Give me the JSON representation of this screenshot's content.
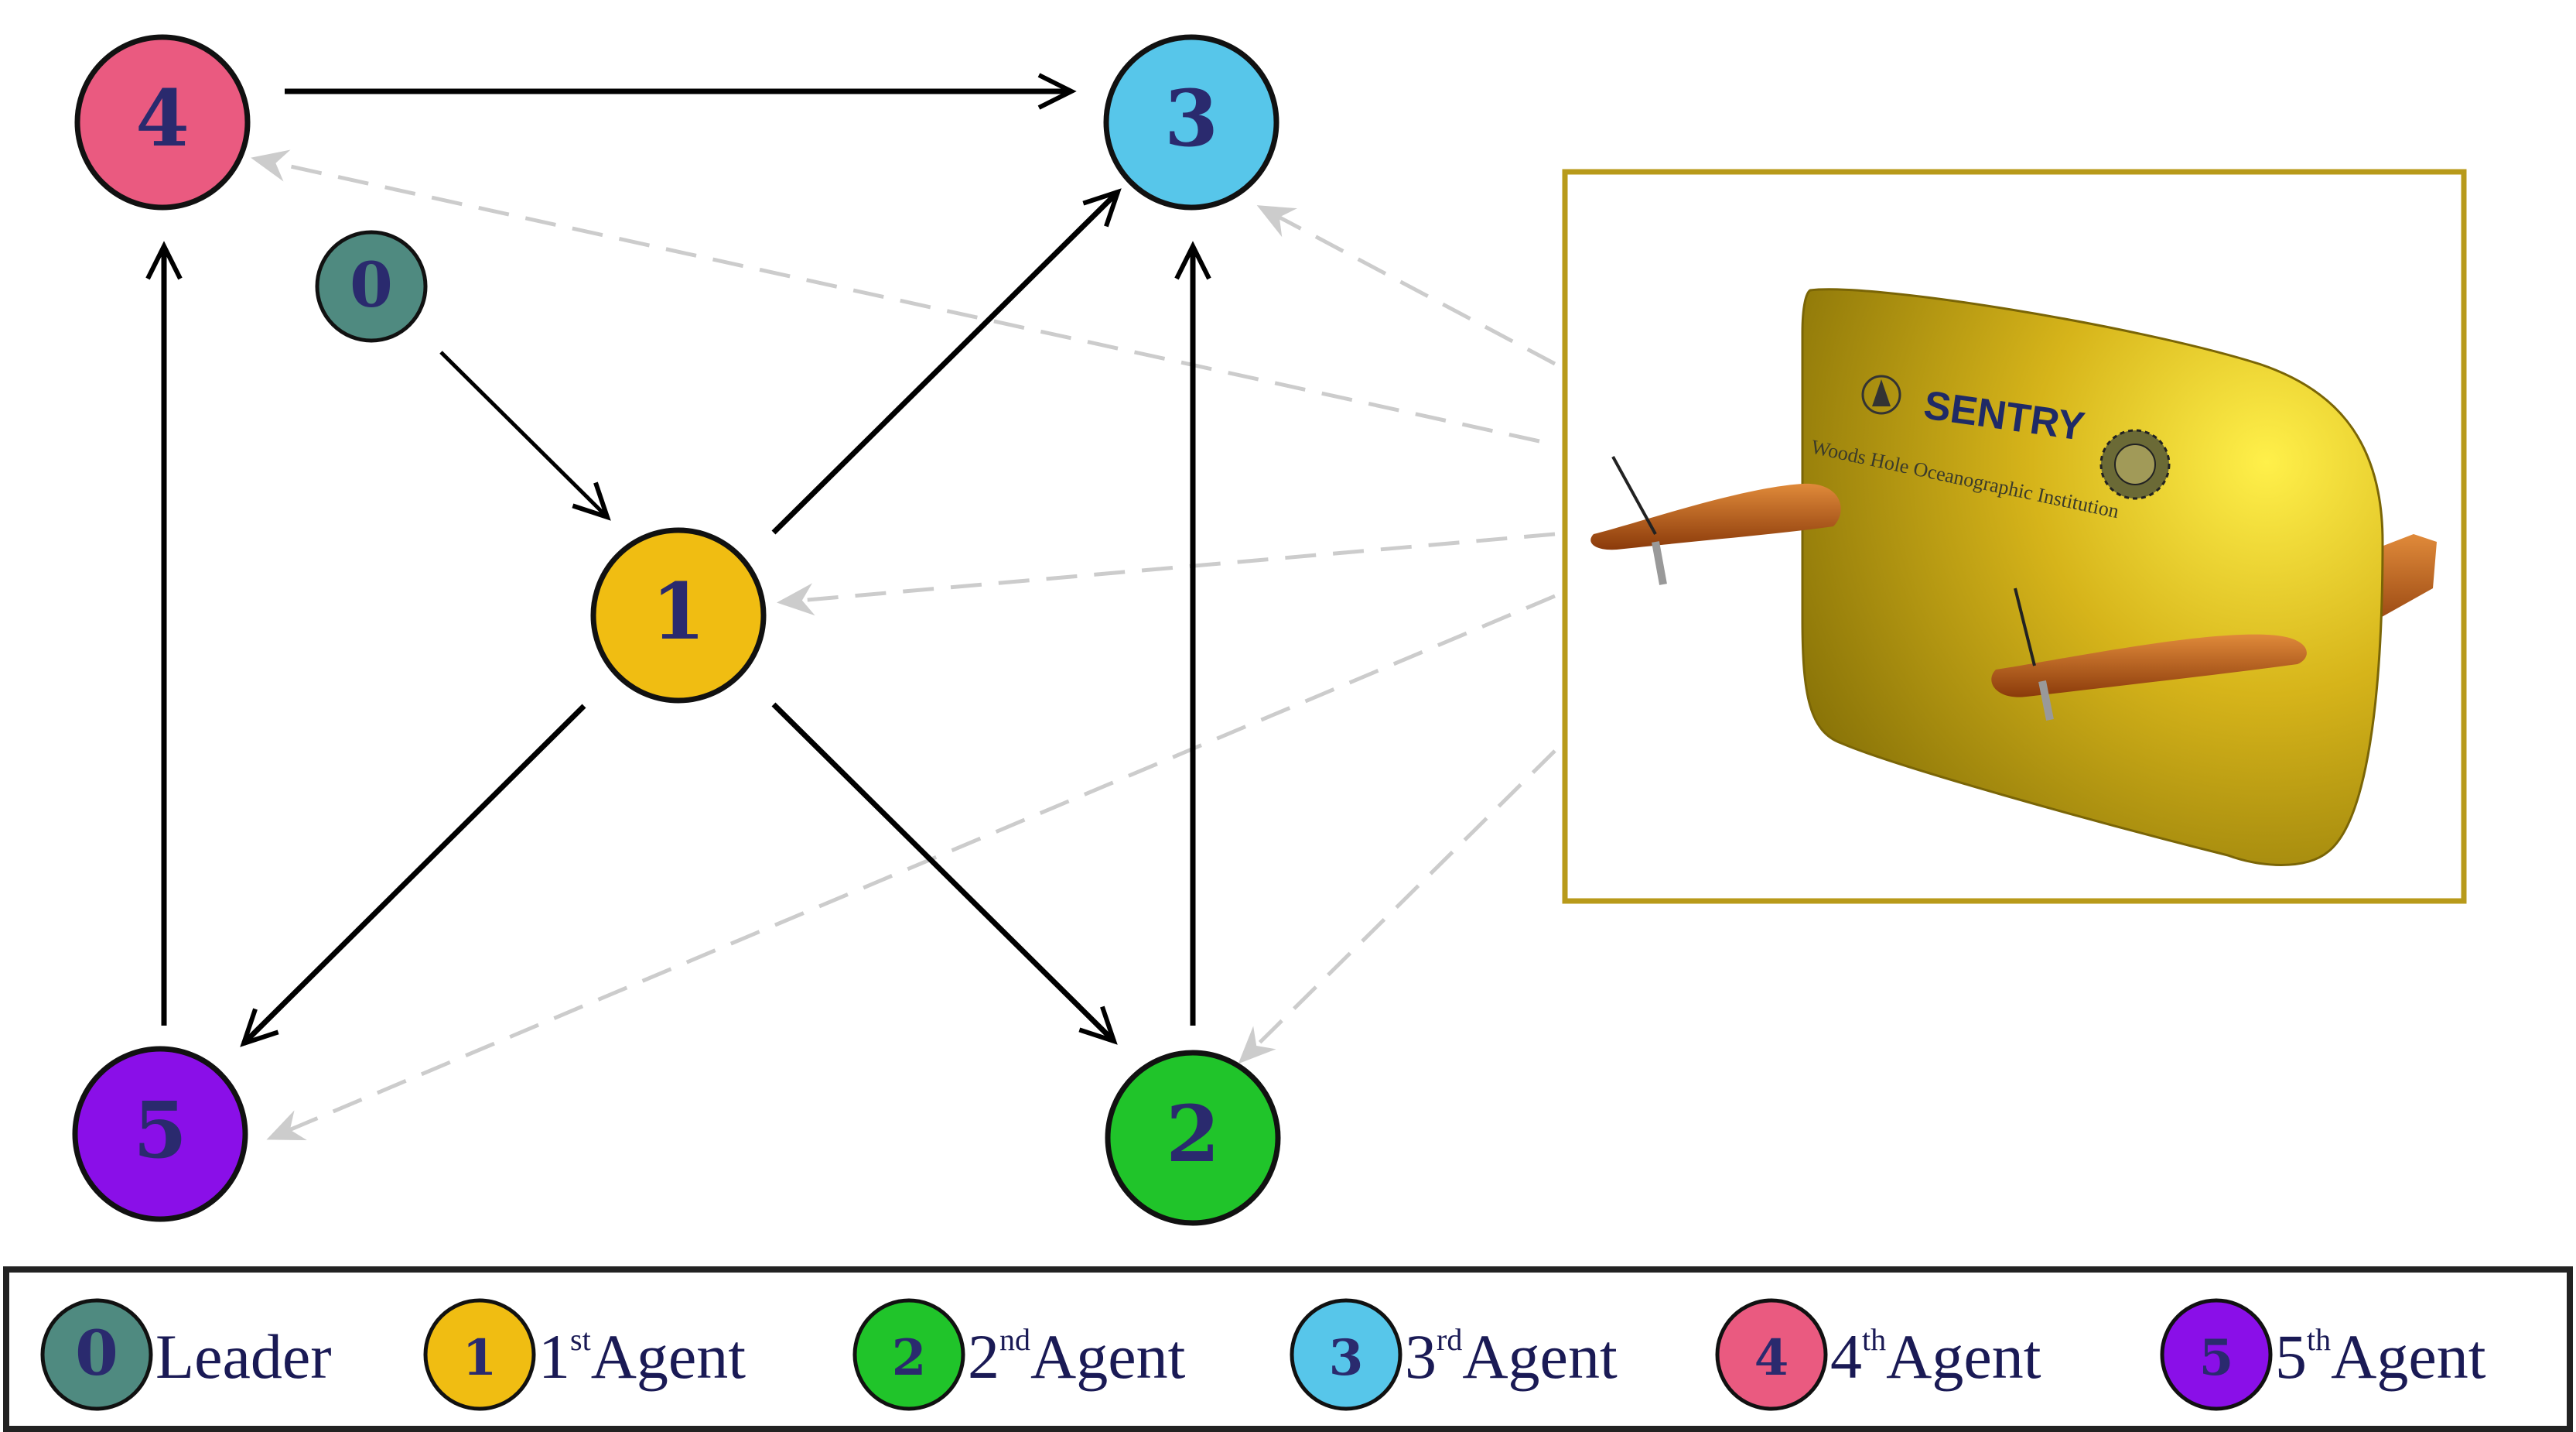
{
  "colors": {
    "node_0": "#4f8a80",
    "node_1": "#f0bd12",
    "node_2": "#20c42a",
    "node_3": "#57c6ea",
    "node_4": "#ea5a80",
    "node_5": "#8a0fe8",
    "number_text": "#2a2a6e",
    "solid_edge": "#000000",
    "dashed_edge": "#cccccc",
    "vehicle_frame": "#b89a1a",
    "vehicle_body": "#c9a81a",
    "wing": "#b25a18"
  },
  "nodes": [
    {
      "id": "0",
      "label": "0"
    },
    {
      "id": "1",
      "label": "1"
    },
    {
      "id": "2",
      "label": "2"
    },
    {
      "id": "3",
      "label": "3"
    },
    {
      "id": "4",
      "label": "4"
    },
    {
      "id": "5",
      "label": "5"
    }
  ],
  "edges": {
    "solid": [
      {
        "from": "0",
        "to": "1"
      },
      {
        "from": "1",
        "to": "3"
      },
      {
        "from": "1",
        "to": "5"
      },
      {
        "from": "1",
        "to": "2"
      },
      {
        "from": "2",
        "to": "3"
      },
      {
        "from": "4",
        "to": "3"
      },
      {
        "from": "5",
        "to": "4"
      }
    ],
    "dashed_from_leader_image": [
      "4",
      "3",
      "1",
      "5",
      "2"
    ]
  },
  "vehicle": {
    "name": "SENTRY",
    "institution": "Woods Hole Oceanographic Institution",
    "icon": "auv-sentry-image"
  },
  "legend": [
    {
      "node": "0",
      "num": "0",
      "label": "Leader",
      "sup": "",
      "suffix": ""
    },
    {
      "node": "1",
      "num": "1",
      "label": "1",
      "sup": "st",
      "suffix": "Agent"
    },
    {
      "node": "2",
      "num": "2",
      "label": "2",
      "sup": "nd",
      "suffix": "Agent"
    },
    {
      "node": "3",
      "num": "3",
      "label": "3",
      "sup": "rd",
      "suffix": "Agent"
    },
    {
      "node": "4",
      "num": "4",
      "label": "4",
      "sup": "th",
      "suffix": "Agent"
    },
    {
      "node": "5",
      "num": "5",
      "label": "5",
      "sup": "th",
      "suffix": "Agent"
    }
  ]
}
